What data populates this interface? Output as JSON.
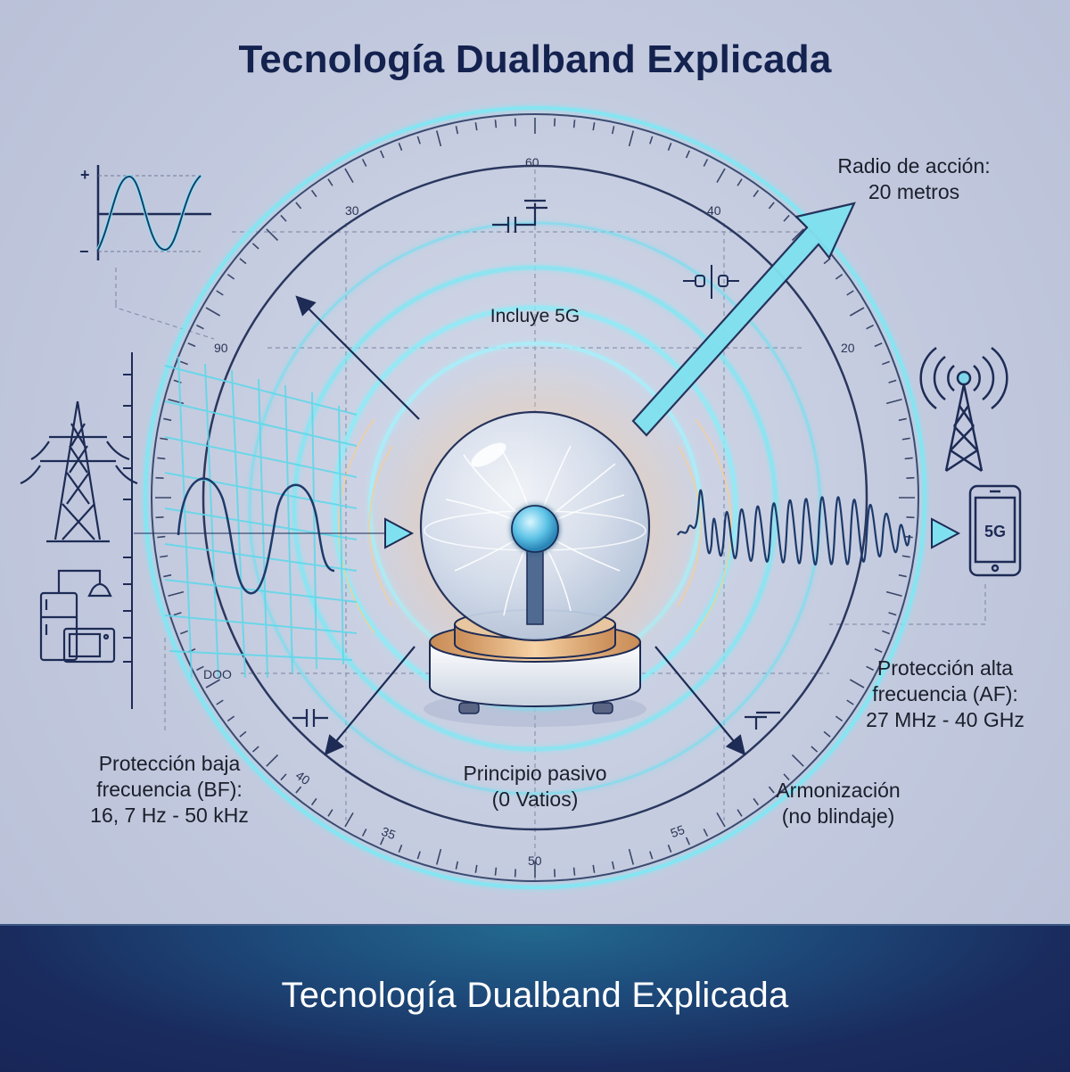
{
  "header": {
    "title": "Tecnología Dualband Explicada"
  },
  "colors": {
    "title_navy": "#14224f",
    "line_navy": "#1d2b55",
    "glow_cyan": "#7fe8f5",
    "accent_cyan": "#58d6ea",
    "warm_glow": "#f5c79a",
    "banner_navy": "#1a2b5e",
    "background": "#c6cde0"
  },
  "dial": {
    "top_label": "60",
    "upper_left_label": "30",
    "upper_right_label": "40",
    "left_label": "90",
    "right_label": "20",
    "lower_left_label": "DOO",
    "bottom_left_label": "40",
    "bottom_left_inner_label": "35",
    "bottom_label": "50",
    "bottom_right_label": "55"
  },
  "annotations": {
    "range": {
      "line1": "Radio de acción:",
      "line2": "20 metros"
    },
    "includes_5g": "Incluye 5G",
    "low_freq": {
      "line1": "Protección baja",
      "line2": "frecuencia (BF):",
      "line3": "16, 7 Hz - 50 kHz"
    },
    "high_freq": {
      "line1": "Protección alta",
      "line2": "frecuencia (AF):",
      "line3": "27 MHz - 40 GHz"
    },
    "passive": {
      "line1": "Principio pasivo",
      "line2": "(0 Vatios)"
    },
    "harmonization": {
      "line1": "Armonización",
      "line2": "(no blindaje)"
    }
  },
  "icons": {
    "sine_graph": {
      "plus": "+",
      "minus": "−"
    },
    "phone_label": "5G",
    "power_tower": "power-tower-icon",
    "appliances": "appliances-icon",
    "cell_tower": "cell-tower-icon",
    "plasma_globe": "plasma-globe-icon"
  },
  "footer": {
    "banner_title": "Tecnología Dualband Explicada"
  }
}
